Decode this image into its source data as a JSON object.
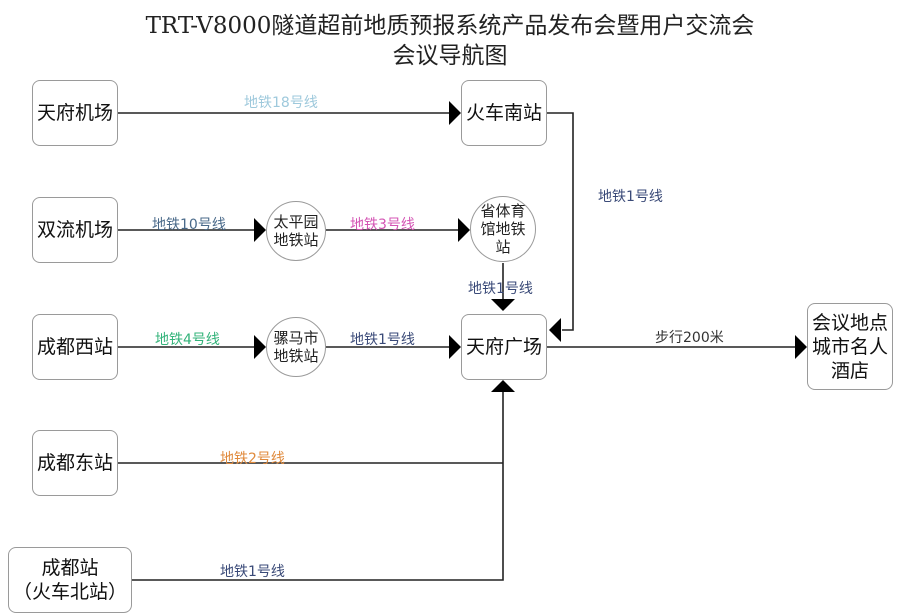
{
  "title": {
    "line1": "TRT-V8000隧道超前地质预报系统产品发布会暨用户交流会",
    "line2": "会议导航图"
  },
  "nodes": {
    "tianfu_airport": "天府机场",
    "shuangliu_airport": "双流机场",
    "chengdu_west": "成都西站",
    "chengdu_east": "成都东站",
    "chengdu_station": "成都站\n（火车北站）",
    "chengdu_station_l1": "成都站",
    "chengdu_station_l2": "（火车北站）",
    "taipingyuan": "太平园地铁站",
    "taipingyuan_l1": "太平园",
    "taipingyuan_l2": "地铁站",
    "luomashi": "骡马市地铁站",
    "luomashi_l1": "骡马市",
    "luomashi_l2": "地铁站",
    "shengtiyuguan": "省体育馆地铁站",
    "shengtiyuguan_l1": "省体育",
    "shengtiyuguan_l2": "馆地铁",
    "shengtiyuguan_l3": "站",
    "south_station": "火车南站",
    "tianfu_square": "天府广场",
    "venue_l1": "会议地点",
    "venue_l2": "城市名人",
    "venue_l3": "酒店"
  },
  "edges": [
    {
      "from": "天府机场",
      "to": "火车南站",
      "label": "地铁18号线",
      "color": "#9ec9dc"
    },
    {
      "from": "火车南站",
      "to": "天府广场",
      "label": "地铁1号线",
      "color": "#3a4a78"
    },
    {
      "from": "双流机场",
      "to": "太平园地铁站",
      "label": "地铁10号线",
      "color": "#4a6a8a"
    },
    {
      "from": "太平园地铁站",
      "to": "省体育馆地铁站",
      "label": "地铁3号线",
      "color": "#d455b4"
    },
    {
      "from": "省体育馆地铁站",
      "to": "天府广场",
      "label": "地铁1号线",
      "color": "#3a4a78"
    },
    {
      "from": "成都西站",
      "to": "骡马市地铁站",
      "label": "地铁4号线",
      "color": "#33b37a"
    },
    {
      "from": "骡马市地铁站",
      "to": "天府广场",
      "label": "地铁1号线",
      "color": "#3a4a78"
    },
    {
      "from": "成都东站",
      "to": "天府广场",
      "label": "地铁2号线",
      "color": "#e08a3c"
    },
    {
      "from": "成都站（火车北站）",
      "to": "天府广场",
      "label": "地铁1号线",
      "color": "#3a4a78"
    },
    {
      "from": "天府广场",
      "to": "会议地点城市名人酒店",
      "label": "步行200米",
      "color": "#333333"
    }
  ]
}
